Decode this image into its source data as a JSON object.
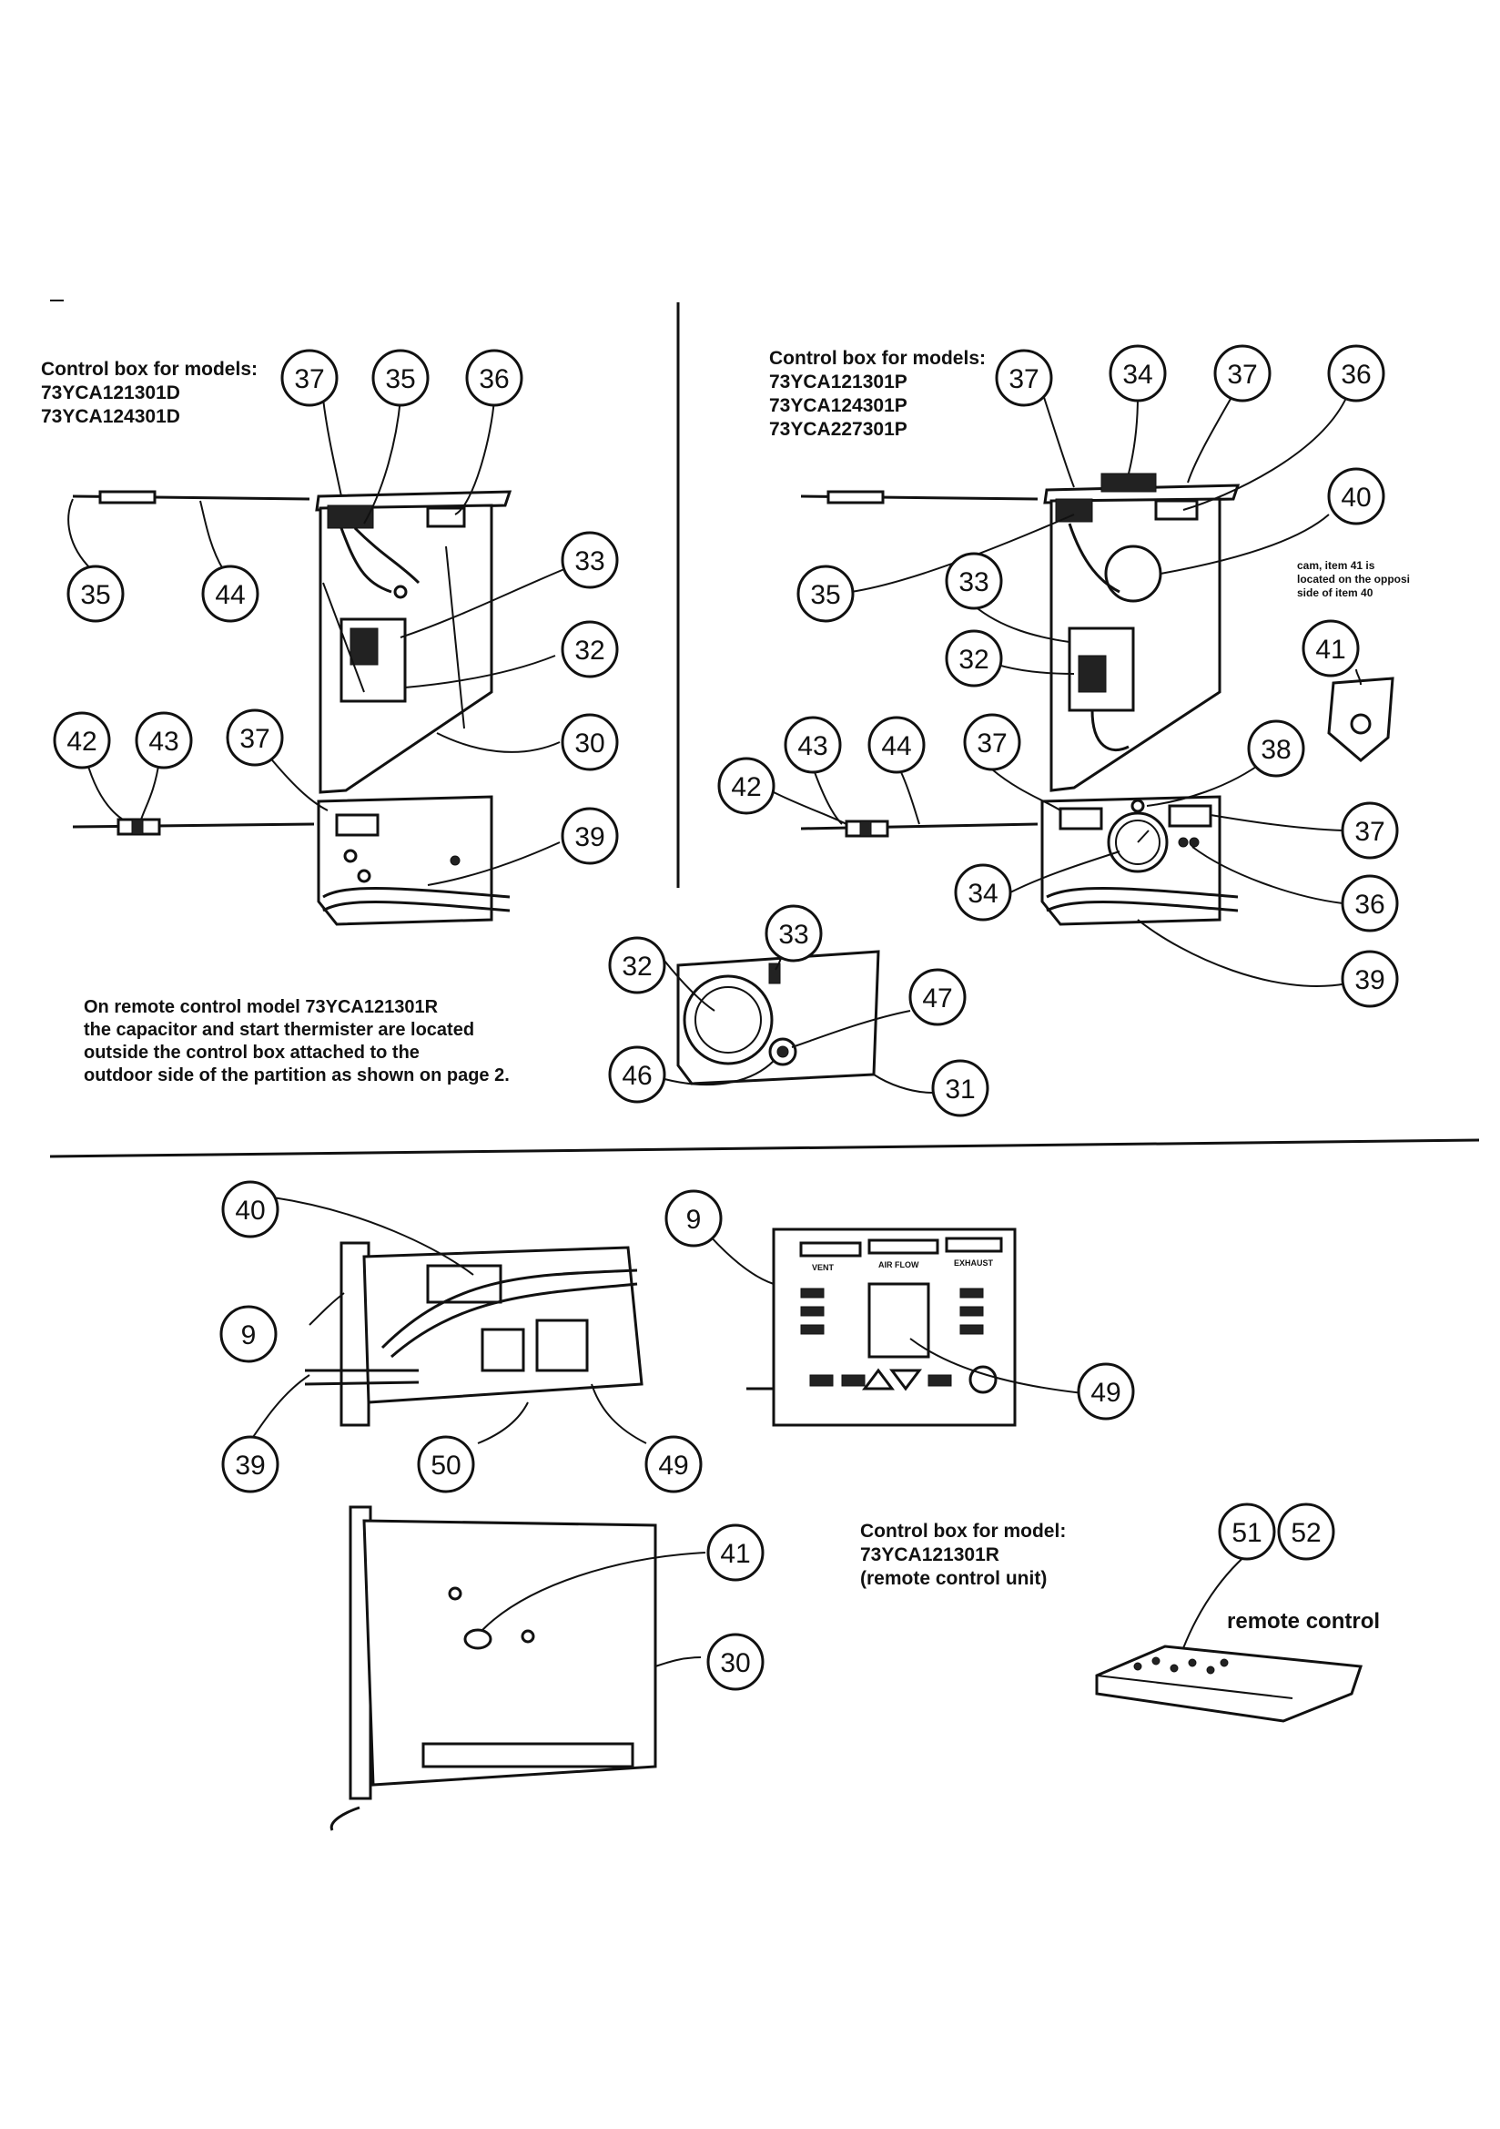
{
  "notes": {
    "box_d_title": "Control box for models:",
    "box_d_model_1": "73YCA121301D",
    "box_d_model_2": "73YCA124301D",
    "box_p_title": "Control box for models:",
    "box_p_model_1": "73YCA121301P",
    "box_p_model_2": "73YCA124301P",
    "box_p_model_3": "73YCA227301P",
    "cam_line_1": "cam, item 41 is",
    "cam_line_2": "located on the opposi",
    "cam_line_3": "side of item 40",
    "remote_line_1": "On remote control model 73YCA121301R",
    "remote_line_2": "the capacitor and start thermister are located",
    "remote_line_3": "outside the control box attached to the",
    "remote_line_4": "outdoor side of the partition as shown on page 2.",
    "box_r_title": "Control box for model:",
    "box_r_model": "73YCA121301R",
    "box_r_sub": "(remote control unit)",
    "remote_label": "remote control"
  },
  "panel": {
    "vent": "VENT",
    "air_flow": "AIR FLOW",
    "exhaust": "EXHAUST"
  },
  "callouts": [
    "37",
    "35",
    "36",
    "35",
    "44",
    "33",
    "32",
    "42",
    "43",
    "37",
    "30",
    "39",
    "37",
    "34",
    "37",
    "36",
    "40",
    "35",
    "33",
    "32",
    "41",
    "43",
    "44",
    "37",
    "38",
    "42",
    "37",
    "34",
    "36",
    "39",
    "32",
    "33",
    "47",
    "46",
    "31",
    "40",
    "9",
    "9",
    "49",
    "39",
    "50",
    "49",
    "41",
    "30",
    "51",
    "52"
  ]
}
